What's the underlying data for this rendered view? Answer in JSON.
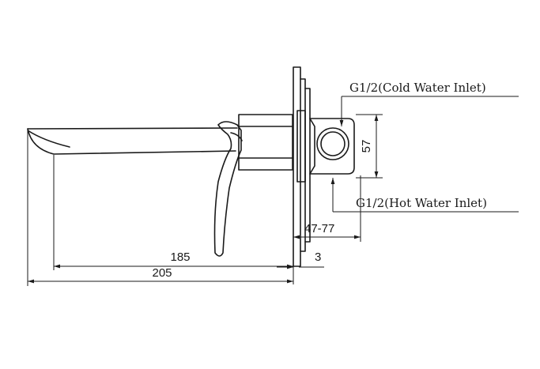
{
  "labels": {
    "cold_inlet": "G1/2(Cold Water Inlet)",
    "hot_inlet": "G1/2(Hot Water Inlet)"
  },
  "dimensions": {
    "height_57": "57",
    "depth_range": "47-77",
    "spout_185": "185",
    "total_205": "205",
    "plate_3": "3"
  }
}
